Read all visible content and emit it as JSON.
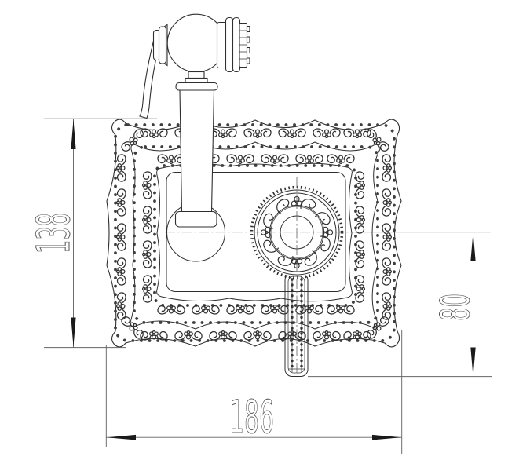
{
  "drawing": {
    "dimensions": {
      "plate_height": {
        "value": "138",
        "side": "left",
        "orientation": "vertical"
      },
      "lever_drop": {
        "value": "80",
        "side": "right",
        "orientation": "vertical"
      },
      "plate_width": {
        "value": "186",
        "side": "bottom",
        "orientation": "horizontal"
      }
    },
    "colors": {
      "background": "#ffffff",
      "line": "#2f2f2f",
      "dim_line": "#666666",
      "dim_text": "#5b5b5b",
      "arrow": "#1a1a1a"
    },
    "parts": {
      "hand_shower": "hand shower head",
      "hose": "shower hose",
      "grip": "grip handle",
      "mount_cup": "wall mount cup",
      "plate": "ornate scalloped back plate",
      "inner_panel": "inner rounded panel",
      "dial": "ornamental valve dial",
      "lever": "drop lever handle"
    }
  }
}
